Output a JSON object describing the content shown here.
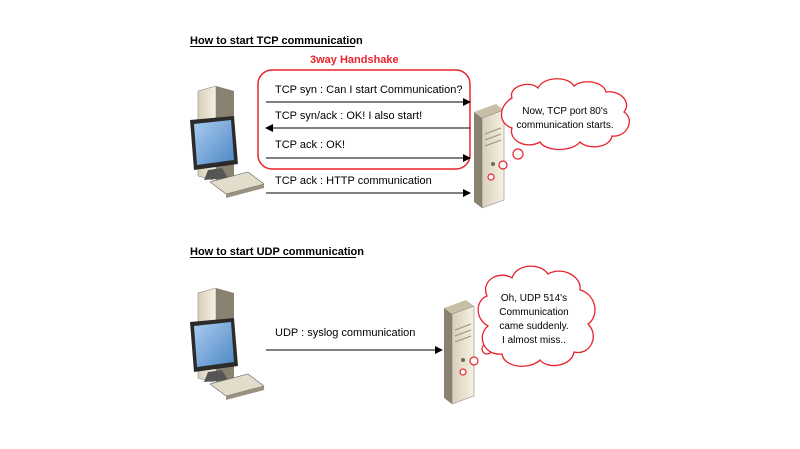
{
  "tcp": {
    "heading": "How to start TCP communication",
    "handshake_label": "3way Handshake",
    "messages": [
      "TCP syn : Can I start Communication?",
      "TCP syn/ack : OK! I also start!",
      "TCP ack : OK!",
      "TCP ack : HTTP communication"
    ],
    "server_bubble": [
      "Now, TCP port 80's",
      "communication starts."
    ]
  },
  "udp": {
    "heading": "How to start UDP communication",
    "message": "UDP : syslog communication",
    "server_bubble": [
      "Oh, UDP 514's",
      "Communication",
      "came suddenly.",
      "I almost miss.."
    ]
  },
  "colors": {
    "accent_red": "#e8232b",
    "arrow": "#000000",
    "tower_front": "#ece3cf",
    "tower_side": "#8a8270",
    "monitor_screen": "#7fb0e0"
  },
  "icons": [
    "client-computer-icon",
    "server-tower-icon",
    "thought-bubble-icon"
  ]
}
